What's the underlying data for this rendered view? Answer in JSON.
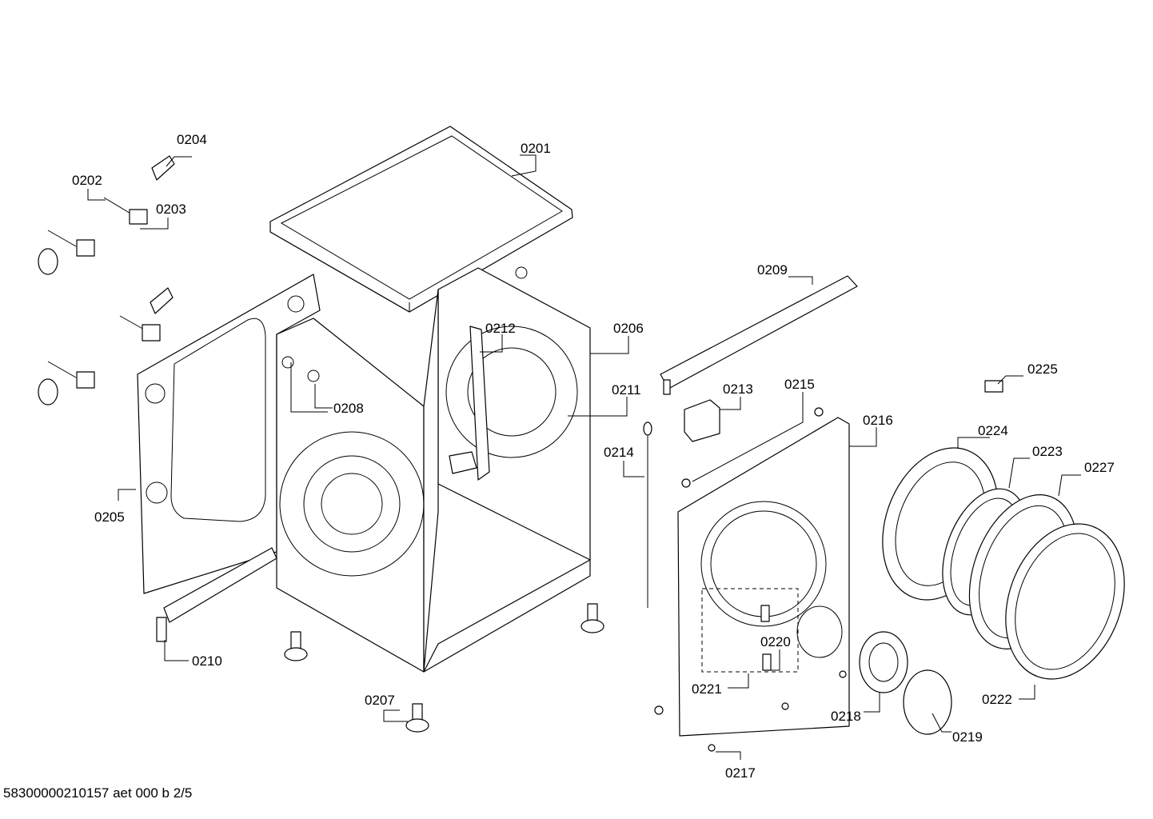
{
  "document_id": "58300000210157 aet 000 b 2/5",
  "callouts": [
    {
      "id": "0201",
      "text": "0201"
    },
    {
      "id": "0202",
      "text": "0202"
    },
    {
      "id": "0203",
      "text": "0203"
    },
    {
      "id": "0204",
      "text": "0204"
    },
    {
      "id": "0205",
      "text": "0205"
    },
    {
      "id": "0206",
      "text": "0206"
    },
    {
      "id": "0207",
      "text": "0207"
    },
    {
      "id": "0208",
      "text": "0208"
    },
    {
      "id": "0209",
      "text": "0209"
    },
    {
      "id": "0210",
      "text": "0210"
    },
    {
      "id": "0211",
      "text": "0211"
    },
    {
      "id": "0212",
      "text": "0212"
    },
    {
      "id": "0213",
      "text": "0213"
    },
    {
      "id": "0214",
      "text": "0214"
    },
    {
      "id": "0215",
      "text": "0215"
    },
    {
      "id": "0216",
      "text": "0216"
    },
    {
      "id": "0217",
      "text": "0217"
    },
    {
      "id": "0218",
      "text": "0218"
    },
    {
      "id": "0219",
      "text": "0219"
    },
    {
      "id": "0220",
      "text": "0220"
    },
    {
      "id": "0221",
      "text": "0221"
    },
    {
      "id": "0222",
      "text": "0222"
    },
    {
      "id": "0223",
      "text": "0223"
    },
    {
      "id": "0224",
      "text": "0224"
    },
    {
      "id": "0225",
      "text": "0225"
    },
    {
      "id": "0227",
      "text": "0227"
    }
  ]
}
